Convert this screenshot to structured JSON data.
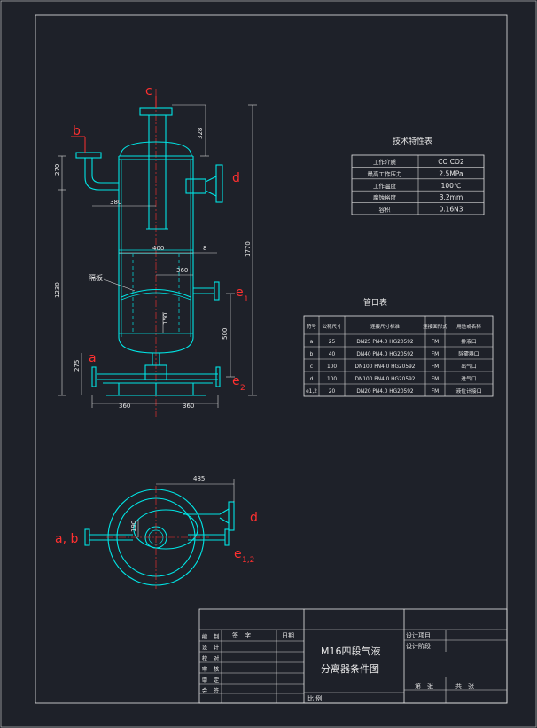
{
  "nozzle_labels": {
    "c": "c",
    "b": "b",
    "d": "d",
    "a": "a",
    "e1_main": "e",
    "e1_sub": "1",
    "e2_main": "e",
    "e2_sub": "2",
    "d_plan": "d",
    "ab_plan": "a, b",
    "e12_main": "e",
    "e12_sub": "1,2"
  },
  "dimensions": {
    "d_328": "328",
    "d_270": "270",
    "d_380_top": "380",
    "d_400": "400",
    "d_8": "8",
    "d_360_mid": "360",
    "d_1230": "1230",
    "d_1770": "1770",
    "d_150": "150",
    "d_500": "500",
    "d_275": "275",
    "d_360_left": "360",
    "d_360_right": "360",
    "d_485": "485",
    "d_190": "190"
  },
  "baffle_label": "隔板",
  "tech_table": {
    "title": "技术特性表",
    "rows": [
      {
        "label": "工作介质",
        "value": "CO CO2"
      },
      {
        "label": "最高工作压力",
        "value": "2.5MPa"
      },
      {
        "label": "工作温度",
        "value": "100℃"
      },
      {
        "label": "腐蚀裕度",
        "value": "3.2mm"
      },
      {
        "label": "容积",
        "value": "0.16N3"
      }
    ]
  },
  "nozzle_table": {
    "title": "管口表",
    "headers": [
      "符号",
      "公称尺寸",
      "连接尺寸标准",
      "连接面形式",
      "用途或名称"
    ],
    "rows": [
      [
        "a",
        "25",
        "DN25 PN4.0 HG20592",
        "FM",
        "排液口"
      ],
      [
        "b",
        "40",
        "DN40 PN4.0 HG20592",
        "FM",
        "除雾器口"
      ],
      [
        "c",
        "100",
        "DN100 PN4.0 HG20592",
        "FM",
        "出气口"
      ],
      [
        "d",
        "100",
        "DN100 PN4.0 HG20592",
        "FM",
        "进气口"
      ],
      [
        "e1,2",
        "20",
        "DN20 PN4.0 HG20592",
        "FM",
        "液位计接口"
      ]
    ]
  },
  "title_block": {
    "drawing_title_line1": "M16四段气液",
    "drawing_title_line2": "分离器条件图",
    "sign_col": "签　字",
    "date_col": "日期",
    "roles": [
      "编　制",
      "设　计",
      "校　对",
      "审　核",
      "审　定",
      "会　签"
    ],
    "project_label": "设计项目",
    "phase_label": "设计阶段",
    "scale_label": "比 例",
    "sheet_label": "第　张",
    "total_label": "共　张"
  }
}
